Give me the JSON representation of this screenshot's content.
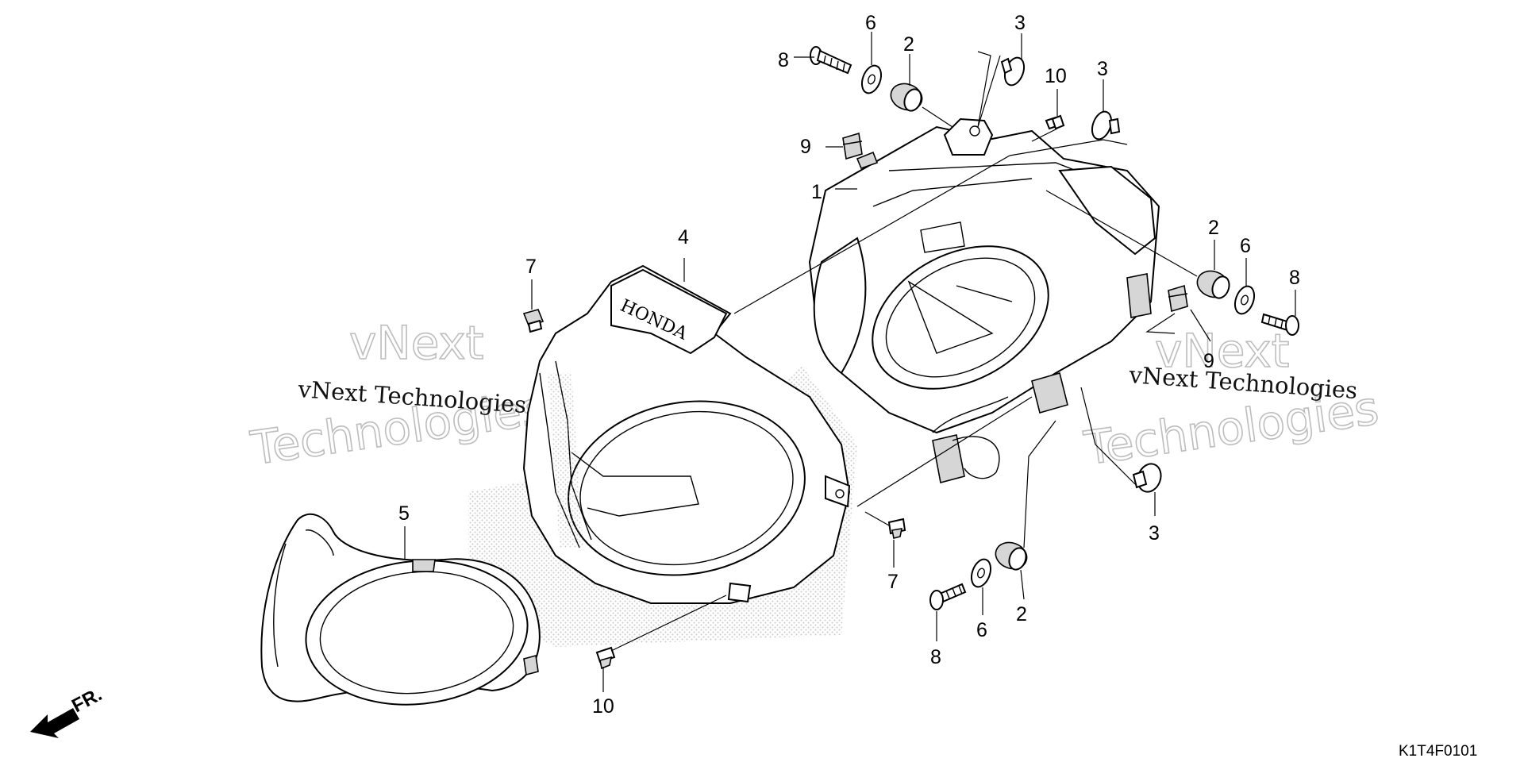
{
  "labels": {
    "l1": "1",
    "l2a": "2",
    "l2b": "2",
    "l2c": "2",
    "l3a": "3",
    "l3b": "3",
    "l3c": "3",
    "l4": "4",
    "l5": "5",
    "l6a": "6",
    "l6b": "6",
    "l6c": "6",
    "l7a": "7",
    "l7b": "7",
    "l8a": "8",
    "l8b": "8",
    "l8c": "8",
    "l9a": "9",
    "l9b": "9",
    "l10a": "10",
    "l10b": "10"
  },
  "watermark": {
    "line1": "vNext",
    "line2": "vNext Technologies",
    "line3": "Technologies"
  },
  "brand_text": "HONDA",
  "direction_label": "FR.",
  "diagram_code": "K1T4F0101"
}
